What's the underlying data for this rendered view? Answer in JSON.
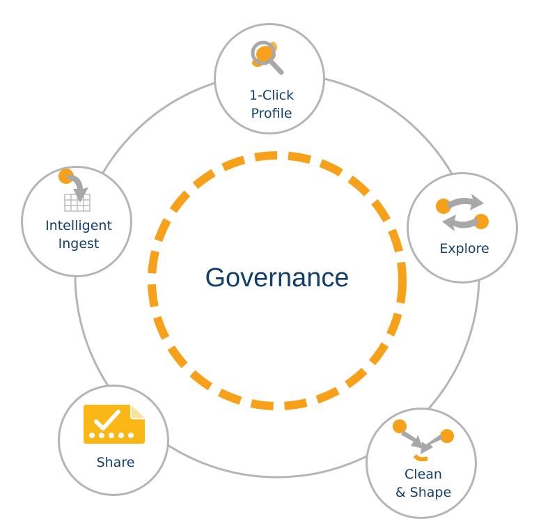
{
  "center": {
    "label": "Governance"
  },
  "nodes": [
    {
      "id": "profile",
      "label_lines": [
        "1-Click",
        "Profile"
      ],
      "icon": "magnifier-icon"
    },
    {
      "id": "explore",
      "label_lines": [
        "Explore"
      ],
      "icon": "swap-arrows-icon"
    },
    {
      "id": "clean",
      "label_lines": [
        "Clean",
        "& Shape"
      ],
      "icon": "merge-arrows-icon"
    },
    {
      "id": "share",
      "label_lines": [
        "Share"
      ],
      "icon": "checked-document-icon"
    },
    {
      "id": "ingest",
      "label_lines": [
        "Intelligent",
        "Ingest"
      ],
      "icon": "ingest-grid-icon"
    }
  ],
  "colors": {
    "accent_orange": "#f7a11a",
    "share_yellow": "#fbb715",
    "ring_gray": "#b5b5b5",
    "icon_gray": "#a8a8a8",
    "text_navy": "#123f6c"
  }
}
